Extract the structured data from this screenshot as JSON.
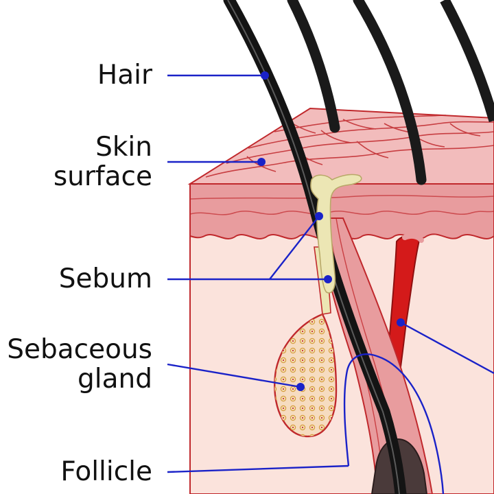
{
  "labels": {
    "hair": "Hair",
    "skin_line1": "Skin",
    "skin_line2": "surface",
    "sebum": "Sebum",
    "gland_line1": "Sebaceous",
    "gland_line2": "gland",
    "follicle": "Follicle"
  },
  "colors": {
    "leader": "#1a22c8",
    "hair": "#1a1a1a",
    "skin_surface": "#f0b8b8",
    "epidermis": "#e79a9c",
    "dermis": "#fbe3dc",
    "edge": "#c0282c",
    "sebum": "#ece6b4",
    "muscle": "#d01818",
    "gland_dots": "#d8a03a"
  }
}
